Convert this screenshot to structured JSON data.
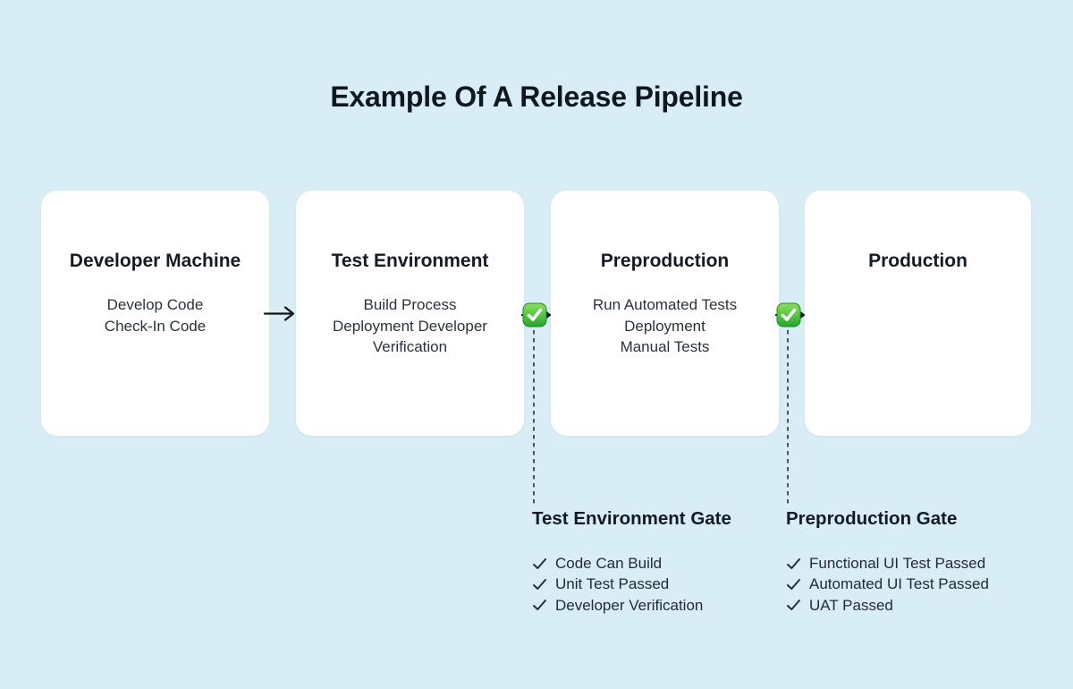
{
  "title": "Example Of A Release Pipeline",
  "colors": {
    "background": "#d9edf6",
    "card_background": "#ffffff",
    "heading_text": "#10181f",
    "body_text": "#2a333d",
    "connector_dark": "#10151a",
    "approval_green_light": "#8ce05e",
    "approval_green_dark": "#27a42c",
    "approval_check_white": "#ffffff"
  },
  "pipeline": {
    "stages": [
      {
        "title": "Developer Machine",
        "tasks": [
          "Develop Code",
          "Check-In Code"
        ]
      },
      {
        "title": "Test Environment",
        "tasks": [
          "Build Process",
          "Deployment Developer",
          "Verification"
        ]
      },
      {
        "title": "Preproduction",
        "tasks": [
          "Run Automated Tests",
          "Deployment",
          "Manual Tests"
        ]
      },
      {
        "title": "Production",
        "tasks": []
      }
    ],
    "connectors": [
      {
        "type": "arrow",
        "between": [
          "Developer Machine",
          "Test Environment"
        ]
      },
      {
        "type": "approved-gate-arrow",
        "between": [
          "Test Environment",
          "Preproduction"
        ],
        "icon": "green-check-approval-icon"
      },
      {
        "type": "approved-gate-arrow",
        "between": [
          "Preproduction",
          "Production"
        ],
        "icon": "green-check-approval-icon"
      }
    ]
  },
  "gates": [
    {
      "title": "Test Environment Gate",
      "items": [
        "Code Can Build",
        "Unit Test Passed",
        "Developer Verification"
      ]
    },
    {
      "title": "Preproduction Gate",
      "items": [
        "Functional UI Test Passed",
        "Automated UI Test Passed",
        "UAT Passed"
      ]
    }
  ]
}
